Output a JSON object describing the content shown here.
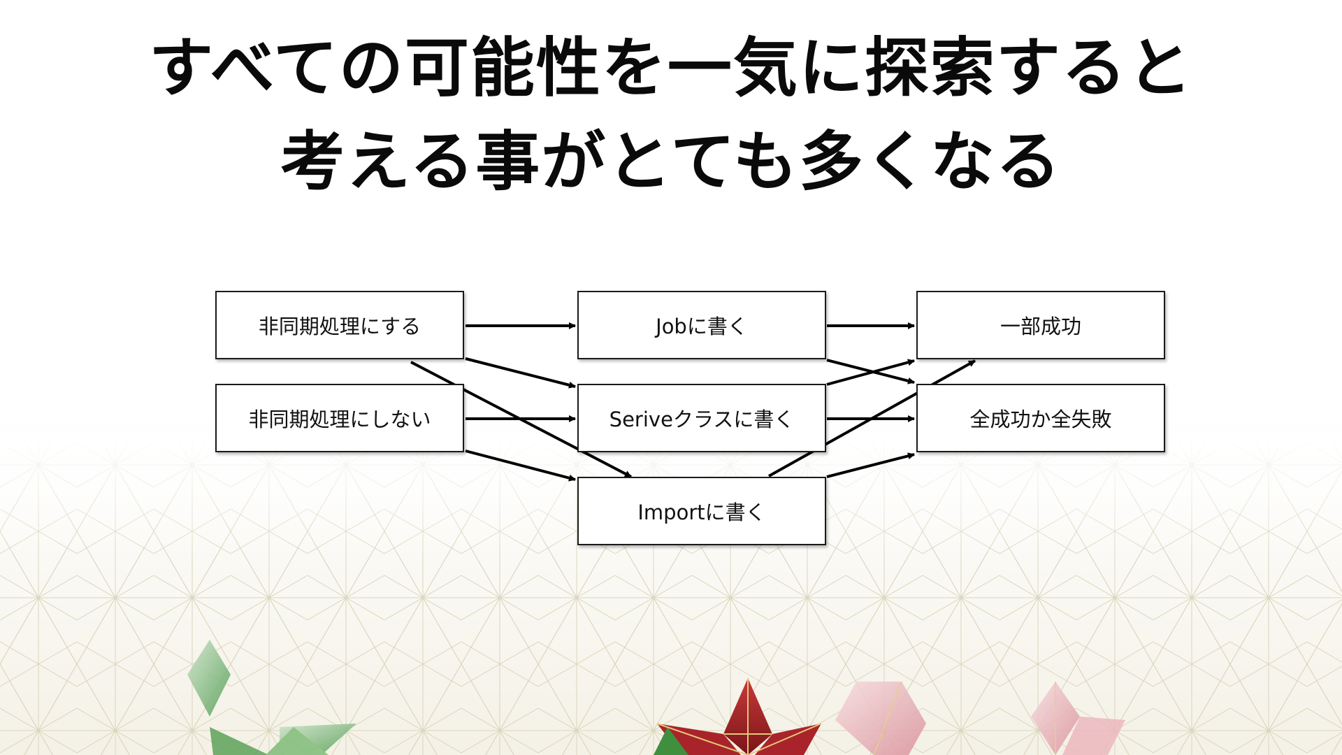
{
  "title": {
    "line1": "すべての可能性を一気に探索すると",
    "line2": "考える事がとても多くなる"
  },
  "diagram": {
    "col1": [
      "非同期処理にする",
      "非同期処理にしない"
    ],
    "col2": [
      "Jobに書く",
      "Seriveクラスに書く",
      "Importに書く"
    ],
    "col3": [
      "一部成功",
      "全成功か全失敗"
    ]
  }
}
